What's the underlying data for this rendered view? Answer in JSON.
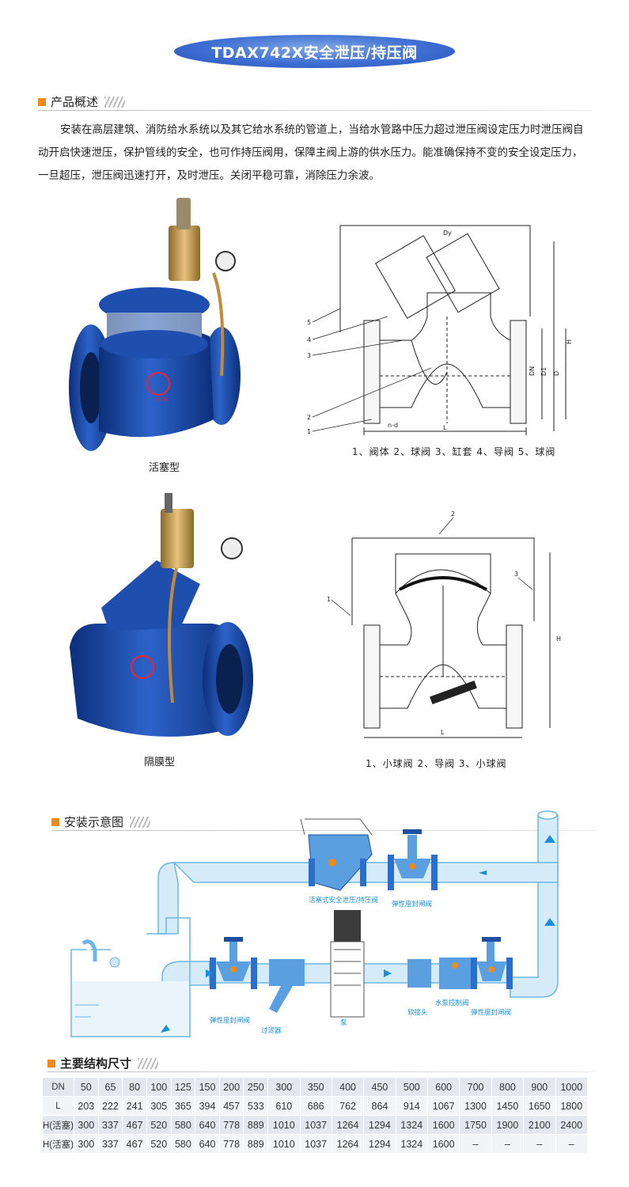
{
  "title": "TDAX742X安全泄压/持压阀",
  "sections": {
    "overview": "产品概述",
    "install": "安装示意图",
    "dims": "主要结构尺寸"
  },
  "overview_text": "安装在高层建筑、消防给水系统以及其它给水系统的管道上，当给水管路中压力超过泄压阀设定压力时泄压阀自动开启快速泄压，保护管线的安全，也可作持压阀用，保障主阀上游的供水压力。能准确保持不变的安全设定压力，一旦超压，泄压阀迅速打开，及时泄压。关闭平稳可靠，消除压力余波。",
  "piston": {
    "caption": "活塞型",
    "legend": "1、阀体  2、球阀  3、缸套  4、导阀  5、球阀",
    "callouts": [
      "5",
      "4",
      "3",
      "2",
      "1"
    ],
    "dims": {
      "dn": "DN",
      "d1": "D1",
      "d": "D",
      "h": "H",
      "l": "L",
      "nd": "n-d",
      "dy": "Dy"
    }
  },
  "diaphragm": {
    "caption": "隔膜型",
    "legend": "1、小球阀  2、导阀  3、小球阀",
    "callouts": [
      "1",
      "2",
      "3"
    ],
    "dims": {
      "h": "H",
      "l": "L"
    }
  },
  "install_labels": {
    "relief_valve": "活塞式安全泄压/持压阀",
    "gate_valve_top": "弹性座封闸阀",
    "gate_valve_left": "弹性座封闸阀",
    "filter": "过滤器",
    "pump": "泵",
    "soft_joint": "软接头",
    "pump_control_valve": "水泵控制阀",
    "gate_valve_right": "弹性座封闸阀"
  },
  "table": {
    "rows": [
      {
        "head": "DN",
        "cells": [
          "50",
          "65",
          "80",
          "100",
          "125",
          "150",
          "200",
          "250",
          "300",
          "350",
          "400",
          "450",
          "500",
          "600",
          "700",
          "800",
          "900",
          "1000"
        ]
      },
      {
        "head": "L",
        "cells": [
          "203",
          "222",
          "241",
          "305",
          "365",
          "394",
          "457",
          "533",
          "610",
          "686",
          "762",
          "864",
          "914",
          "1067",
          "1300",
          "1450",
          "1650",
          "1800"
        ]
      },
      {
        "head": "H(活塞)",
        "cells": [
          "300",
          "337",
          "467",
          "520",
          "580",
          "640",
          "778",
          "889",
          "1010",
          "1037",
          "1264",
          "1294",
          "1324",
          "1600",
          "1750",
          "1900",
          "2100",
          "2400"
        ]
      },
      {
        "head": "H(活塞)",
        "cells": [
          "300",
          "337",
          "467",
          "520",
          "580",
          "640",
          "778",
          "889",
          "1010",
          "1037",
          "1264",
          "1294",
          "1324",
          "1600",
          "–",
          "–",
          "–",
          "–"
        ]
      }
    ]
  },
  "colors": {
    "accent": "#f08a1c",
    "pill": "#3d6ed2",
    "pipe": "#cfe6f6",
    "pipe_edge": "#6bb6e4",
    "valve": "#1f4fa3",
    "label": "#1d8fd8"
  }
}
